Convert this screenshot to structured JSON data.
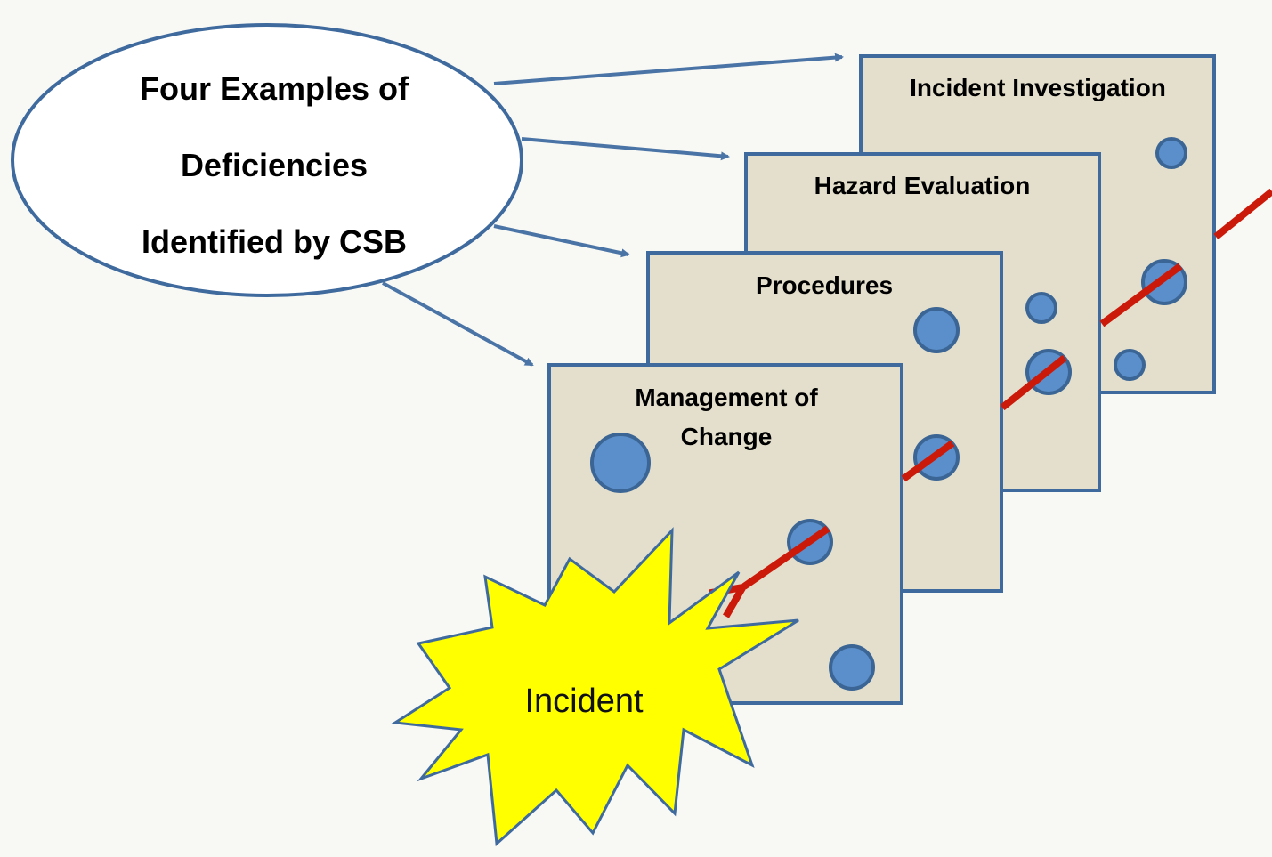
{
  "callout": {
    "lines": [
      "Four Examples of",
      "Deficiencies",
      "Identified by CSB"
    ]
  },
  "layers": [
    {
      "title_lines": [
        "Incident Investigation"
      ]
    },
    {
      "title_lines": [
        "Hazard Evaluation"
      ]
    },
    {
      "title_lines": [
        "Procedures"
      ]
    },
    {
      "title_lines": [
        "Management of",
        "Change"
      ]
    }
  ],
  "burst": {
    "label": "Incident"
  },
  "colors": {
    "card_fill": "#e3dfcc",
    "card_border": "#3f6a9e",
    "hole_fill": "#5b8fcb",
    "trajectory": "#cc1a0a",
    "burst_fill": "#ffff00"
  }
}
